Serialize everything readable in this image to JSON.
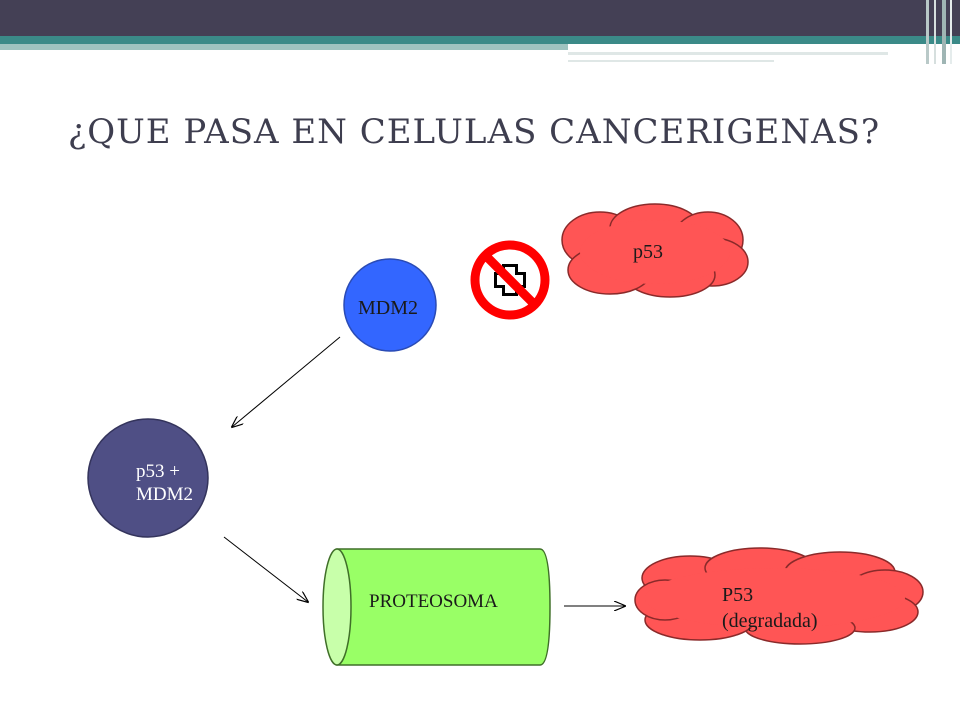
{
  "slide": {
    "title": "¿QUE PASA EN CELULAS CANCERIGENAS?"
  },
  "diagram": {
    "nodes": {
      "mdm2": "MDM2",
      "p53_top": "p53",
      "complex_line1": "p53 +",
      "complex_line2": "MDM2",
      "proteasome": "PROTEOSOMA",
      "degraded_line1": "P53",
      "degraded_line2": "(degradada)"
    },
    "icons": [
      "prohibited-plus-icon"
    ],
    "colors": {
      "mdm2_fill": "#3366ff",
      "complex_fill": "#4f4f85",
      "cloud_fill": "#ff5555",
      "proteasome_fill": "#99ff66",
      "prohibit_red": "#ff0000",
      "title_text": "#3e3e4f"
    }
  }
}
